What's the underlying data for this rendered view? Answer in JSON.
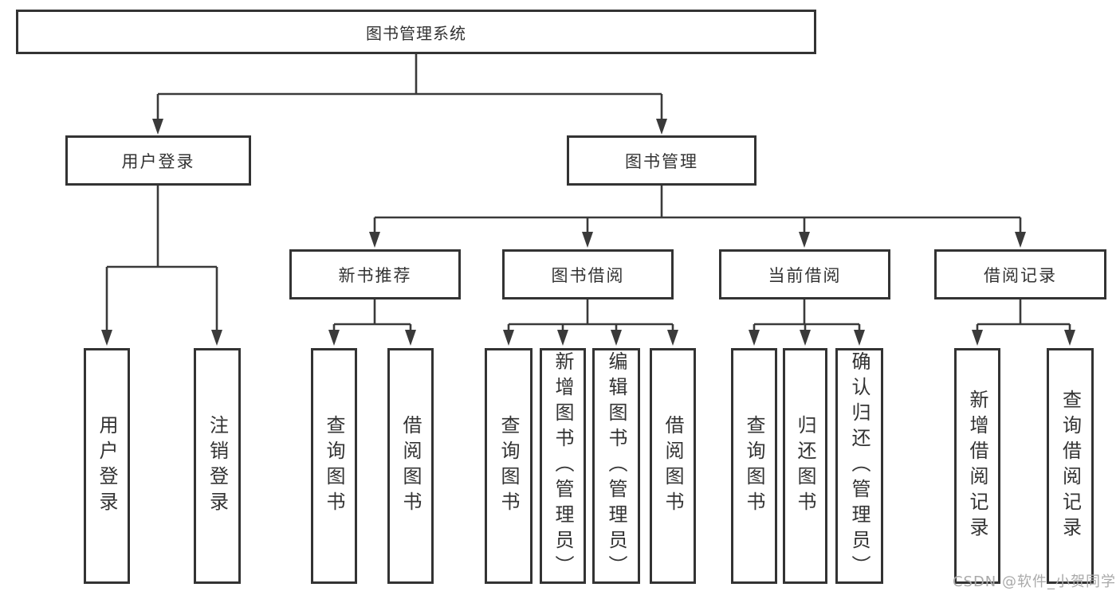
{
  "diagram": {
    "title": "图书管理系统",
    "root": {
      "label": "图书管理系统"
    },
    "level2": [
      {
        "label": "用户登录"
      },
      {
        "label": "图书管理"
      }
    ],
    "level3": [
      {
        "label": "新书推荐"
      },
      {
        "label": "图书借阅"
      },
      {
        "label": "当前借阅"
      },
      {
        "label": "借阅记录"
      }
    ],
    "leaves": [
      {
        "label": "用户登录",
        "parent": "用户登录"
      },
      {
        "label": "注销登录",
        "parent": "用户登录"
      },
      {
        "label": "查询图书",
        "parent": "新书推荐"
      },
      {
        "label": "借阅图书",
        "parent": "新书推荐"
      },
      {
        "label": "查询图书",
        "parent": "图书借阅"
      },
      {
        "label": "新增图书（管理员）",
        "parent": "图书借阅"
      },
      {
        "label": "编辑图书（管理员）",
        "parent": "图书借阅"
      },
      {
        "label": "借阅图书",
        "parent": "图书借阅"
      },
      {
        "label": "查询图书",
        "parent": "当前借阅"
      },
      {
        "label": "归还图书",
        "parent": "当前借阅"
      },
      {
        "label": "确认归还（管理员）",
        "parent": "当前借阅"
      },
      {
        "label": "新增借阅记录",
        "parent": "借阅记录"
      },
      {
        "label": "查询借阅记录",
        "parent": "借阅记录"
      }
    ]
  },
  "watermark": {
    "text": "CSDN @软件_小贺同学"
  },
  "colors": {
    "line": "#3a3a3a",
    "border": "#333333",
    "text": "#333333",
    "watermark": "#a9a9a9",
    "background": "#ffffff"
  }
}
